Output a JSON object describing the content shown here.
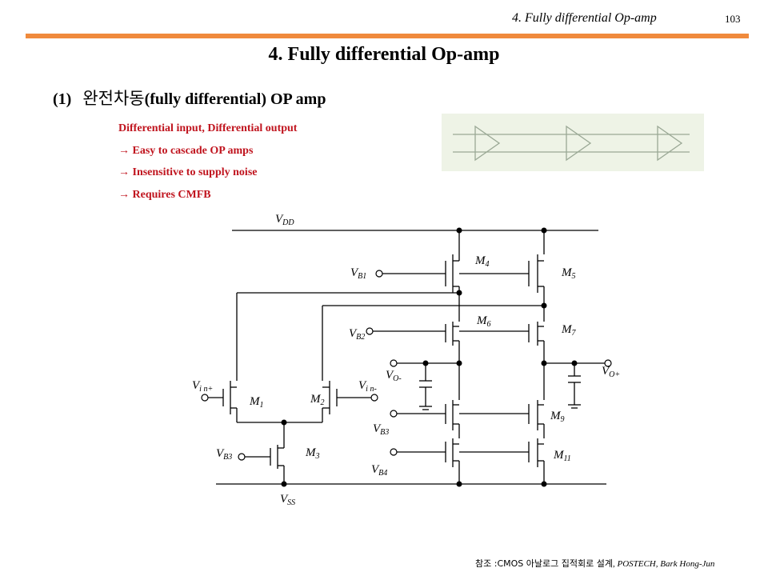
{
  "header": {
    "title": "4. Fully differential Op-amp",
    "page_number": "103"
  },
  "slide": {
    "title": "4. Fully differential Op-amp",
    "section": {
      "number": "(1)",
      "korean": "완전차동",
      "english": "(fully differential) OP amp"
    },
    "bullets": [
      "Differential input, Differential output",
      "→ Easy to cascade OP amps",
      "→ Insensitive to supply noise",
      "→ Requires CMFB"
    ]
  },
  "schematic": {
    "labels": {
      "vdd": "V",
      "vdd_sub": "DD",
      "vss": "V",
      "vss_sub": "SS",
      "vb1": "V",
      "vb1_sub": "B1",
      "vb2": "V",
      "vb2_sub": "B2",
      "vb3_left": "V",
      "vb3_left_sub": "B3",
      "vb3_right": "V",
      "vb3_right_sub": "B3",
      "vb4": "V",
      "vb4_sub": "B4",
      "vin_plus": "V",
      "vin_plus_sub": "i n+",
      "vin_minus": "V",
      "vin_minus_sub": "i n-",
      "vo_minus": "V",
      "vo_minus_sub": "O-",
      "vo_plus": "V",
      "vo_plus_sub": "O+",
      "m1": "M",
      "m1_sub": "1",
      "m2": "M",
      "m2_sub": "2",
      "m3": "M",
      "m3_sub": "3",
      "m4": "M",
      "m4_sub": "4",
      "m5": "M",
      "m5_sub": "5",
      "m6": "M",
      "m6_sub": "6",
      "m7": "M",
      "m7_sub": "7",
      "m9": "M",
      "m9_sub": "9",
      "m11": "M",
      "m11_sub": "11"
    }
  },
  "footer": {
    "prefix": "참조 :CMOS ",
    "korean": "아날로그 집적회로 설계",
    "suffix": ", POSTECH, Bark Hong-Jun"
  },
  "colors": {
    "accent_rule": "#f08a3c",
    "bullet_text": "#c0141e",
    "figure_bg": "#eef3e6",
    "figure_line": "#9aa895"
  }
}
